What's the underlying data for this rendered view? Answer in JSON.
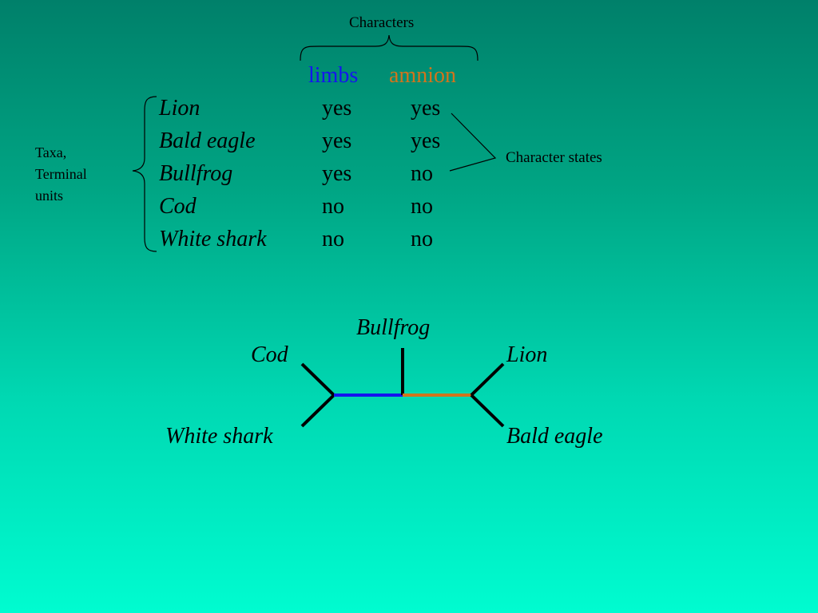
{
  "characters_label": "Characters",
  "character_states_label": "Character states",
  "taxa_label": [
    "Taxa,",
    "Terminal",
    "units"
  ],
  "columns": [
    {
      "name": "limbs",
      "color": "#1515ee"
    },
    {
      "name": "amnion",
      "color": "#d2741b"
    }
  ],
  "rows": [
    {
      "taxon": "Lion",
      "limbs": "yes",
      "amnion": "yes"
    },
    {
      "taxon": "Bald eagle",
      "limbs": "yes",
      "amnion": "yes"
    },
    {
      "taxon": "Bullfrog",
      "limbs": "yes",
      "amnion": "no"
    },
    {
      "taxon": "Cod",
      "limbs": "no",
      "amnion": "no"
    },
    {
      "taxon": "White shark",
      "limbs": "no",
      "amnion": "no"
    }
  ],
  "tree": {
    "labels": {
      "bullfrog": "Bullfrog",
      "cod": "Cod",
      "lion": "Lion",
      "white_shark": "White shark",
      "bald_eagle": "Bald eagle"
    },
    "branch_colors": {
      "limbs": "#1515ee",
      "amnion": "#d2741b",
      "default": "#000000"
    }
  }
}
